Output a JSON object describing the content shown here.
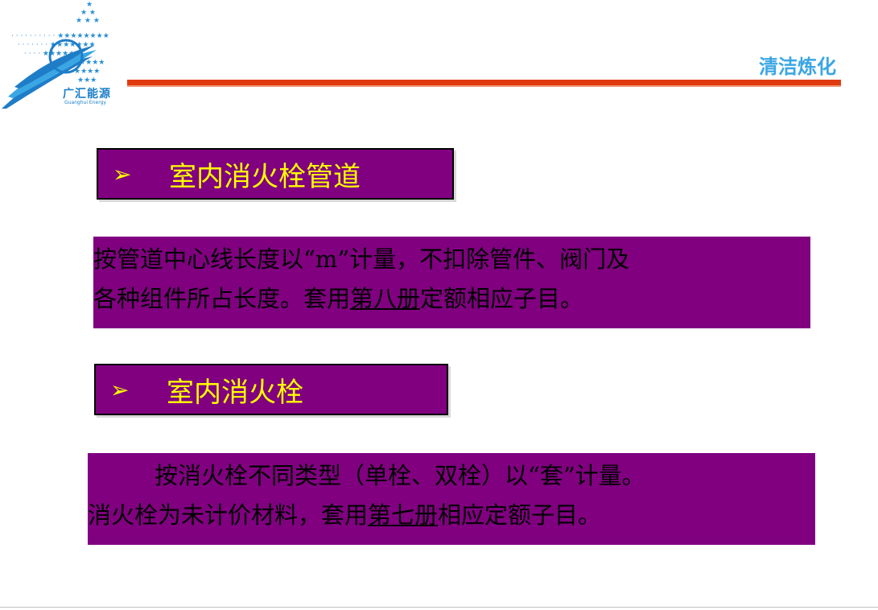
{
  "header": {
    "logo_cn": "广汇能源",
    "logo_en": "Guanghui Energy",
    "brand": "清洁炼化"
  },
  "sections": [
    {
      "heading_marker": "➢",
      "heading": "室内消火栓管道",
      "para_lines": [
        {
          "pre": "按管道中心线长度以“m”计量，不扣除管件、阀门及",
          "link": "",
          "post": ""
        },
        {
          "pre": "各种组件所占长度。套用",
          "link": "第八册",
          "post": "定额相应子目。"
        }
      ]
    },
    {
      "heading_marker": "➢",
      "heading": "室内消火栓",
      "para_lines": [
        {
          "pre": "按消火栓不同类型（单栓、双栓）以“套”计量。",
          "link": "",
          "post": ""
        },
        {
          "pre": "消火栓为未计价材料，套用",
          "link": "第七册",
          "post": "相应定额子目。"
        }
      ]
    }
  ],
  "colors": {
    "panel_bg": "#800080",
    "heading_text": "#ffff00",
    "header_rule": "#e03a10",
    "brand_text": "#3aa6e4"
  }
}
